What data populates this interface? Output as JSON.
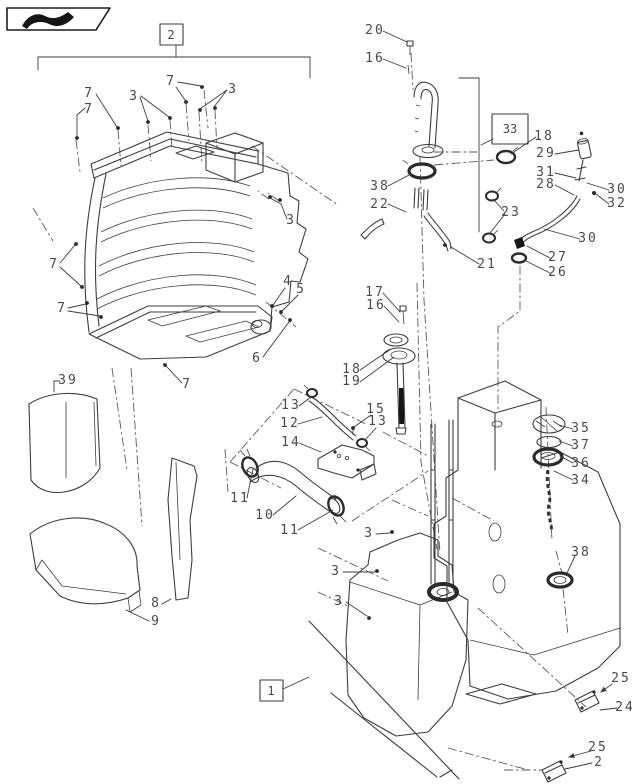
{
  "diagram": {
    "background_color": "#ffffff",
    "line_color": "#3d3d3d",
    "flag_icon": "flag-icon"
  },
  "ref_boxes": [
    {
      "label": "2"
    },
    {
      "label": "33"
    },
    {
      "label": "1"
    }
  ],
  "callouts": [
    {
      "label": "7"
    },
    {
      "label": "7"
    },
    {
      "label": "3"
    },
    {
      "label": "7"
    },
    {
      "label": "3"
    },
    {
      "label": "20"
    },
    {
      "label": "16"
    },
    {
      "label": "38"
    },
    {
      "label": "22"
    },
    {
      "label": "21"
    },
    {
      "label": "23"
    },
    {
      "label": "18"
    },
    {
      "label": "29"
    },
    {
      "label": "31"
    },
    {
      "label": "28"
    },
    {
      "label": "30"
    },
    {
      "label": "32"
    },
    {
      "label": "30"
    },
    {
      "label": "27"
    },
    {
      "label": "26"
    },
    {
      "label": "17"
    },
    {
      "label": "16"
    },
    {
      "label": "18"
    },
    {
      "label": "19"
    },
    {
      "label": "15"
    },
    {
      "label": "13"
    },
    {
      "label": "13"
    },
    {
      "label": "12"
    },
    {
      "label": "14"
    },
    {
      "label": "11"
    },
    {
      "label": "10"
    },
    {
      "label": "11"
    },
    {
      "label": "3"
    },
    {
      "label": "3"
    },
    {
      "label": "3"
    },
    {
      "label": "3"
    },
    {
      "label": "7"
    },
    {
      "label": "7"
    },
    {
      "label": "7"
    },
    {
      "label": "39"
    },
    {
      "label": "8"
    },
    {
      "label": "9"
    },
    {
      "label": "4"
    },
    {
      "label": "5"
    },
    {
      "label": "6"
    },
    {
      "label": "35"
    },
    {
      "label": "37"
    },
    {
      "label": "36"
    },
    {
      "label": "34"
    },
    {
      "label": "38"
    },
    {
      "label": "25"
    },
    {
      "label": "24"
    },
    {
      "label": "25"
    },
    {
      "label": "2"
    }
  ]
}
